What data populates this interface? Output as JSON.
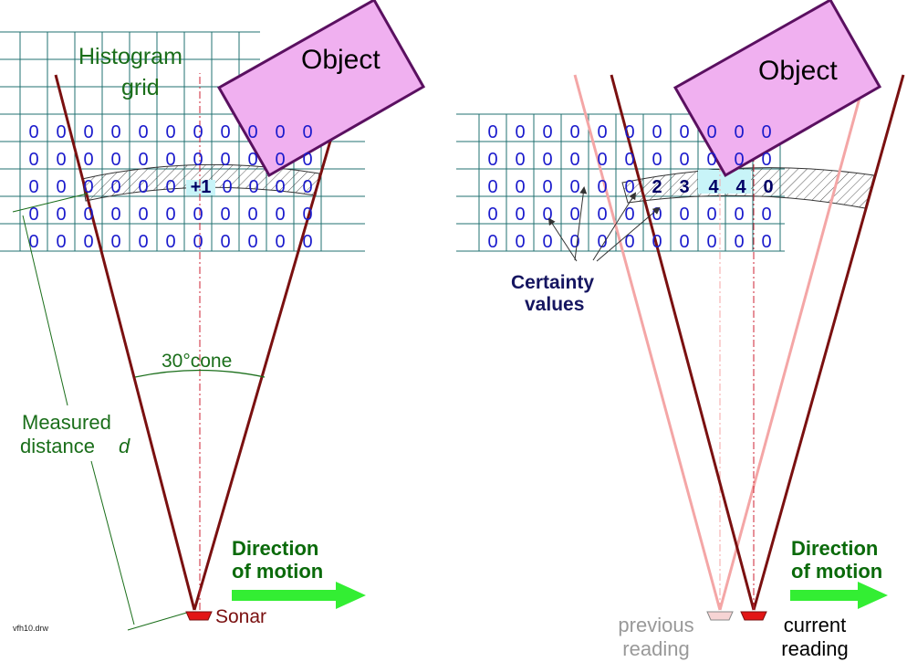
{
  "left_panel": {
    "grid_label_line1": "Histogram",
    "grid_label_line2": "grid",
    "object_label": "Object",
    "rows": [
      [
        "0",
        "0",
        "0",
        "0",
        "0",
        "0",
        "0",
        "0",
        "0",
        "0",
        "0"
      ],
      [
        "0",
        "0",
        "0",
        "0",
        "0",
        "0",
        "0",
        "0",
        "0",
        "0",
        "0"
      ],
      [
        "0",
        "0",
        "0",
        "0",
        "0",
        "0",
        "+1",
        "0",
        "0",
        "0",
        "0"
      ],
      [
        "0",
        "0",
        "0",
        "0",
        "0",
        "0",
        "0",
        "0",
        "0",
        "0",
        "0"
      ],
      [
        "0",
        "0",
        "0",
        "0",
        "0",
        "0",
        "0",
        "0",
        "0",
        "0",
        "0"
      ]
    ],
    "cone_label": "30°cone",
    "measured_line1": "Measured",
    "measured_line2": "distance",
    "measured_var": "d",
    "direction_line1": "Direction",
    "direction_line2": "of motion",
    "sonar_label": "Sonar",
    "file_label": "vfh10.drw"
  },
  "right_panel": {
    "object_label": "Object",
    "rows": [
      [
        "0",
        "0",
        "0",
        "0",
        "0",
        "0",
        "0",
        "0",
        "0",
        "0",
        "0"
      ],
      [
        "0",
        "0",
        "0",
        "0",
        "0",
        "0",
        "0",
        "0",
        "0",
        "0",
        "0"
      ],
      [
        "0",
        "0",
        "0",
        "0",
        "0",
        "0",
        "2",
        "3",
        "4",
        "4",
        "0"
      ],
      [
        "0",
        "0",
        "0",
        "0",
        "0",
        "0",
        "0",
        "0",
        "0",
        "0",
        "0"
      ],
      [
        "0",
        "0",
        "0",
        "0",
        "0",
        "0",
        "0",
        "0",
        "0",
        "0",
        "0"
      ]
    ],
    "certainty_line1": "Certainty",
    "certainty_line2": "values",
    "direction_line1": "Direction",
    "direction_line2": "of motion",
    "previous_line1": "previous",
    "previous_line2": "reading",
    "current_line1": "current",
    "current_line2": "reading"
  },
  "colors": {
    "grid": "#207070",
    "digits": "#1a1acc",
    "bold_digits": "#000066",
    "beam": "#7a1010",
    "beam_previous": "#f4a6a6",
    "object_fill": "#f0b0f0",
    "object_stroke": "#5a1060",
    "label_green": "#1a6e1a",
    "direction_green": "#0a6a0a",
    "arrow_green": "#33ee33",
    "sonar_red": "#e21515",
    "navy": "#151560"
  }
}
